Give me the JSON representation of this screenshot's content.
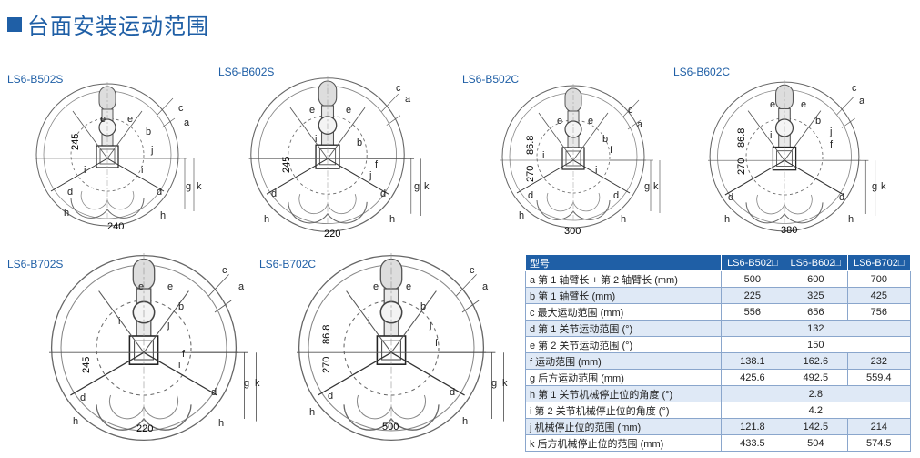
{
  "page": {
    "title": "台面安装运动范围",
    "accent_color": "#1f5fa6"
  },
  "diagrams": [
    {
      "model": "LS6-B502S",
      "dims": [
        "245",
        "240"
      ]
    },
    {
      "model": "LS6-B602S",
      "dims": [
        "245",
        "220"
      ]
    },
    {
      "model": "LS6-B502C",
      "dims": [
        "270",
        "86.8",
        "300"
      ]
    },
    {
      "model": "LS6-B602C",
      "dims": [
        "270",
        "86.8",
        "380"
      ]
    },
    {
      "model": "LS6-B702S",
      "dims": [
        "245",
        "220"
      ]
    },
    {
      "model": "LS6-B702C",
      "dims": [
        "270",
        "86.8",
        "500"
      ]
    }
  ],
  "letters": {
    "a": "a",
    "b": "b",
    "c": "c",
    "d": "d",
    "e": "e",
    "f": "f",
    "g": "g",
    "h": "h",
    "i": "i",
    "j": "j",
    "k": "k"
  },
  "table": {
    "header": [
      "型号",
      "LS6-B502□",
      "LS6-B602□",
      "LS6-B702□"
    ],
    "rows": [
      {
        "label": "a 第 1 轴臂长 + 第 2 轴臂长 (mm)",
        "values": [
          "500",
          "600",
          "700"
        ]
      },
      {
        "label": "b 第 1 轴臂长 (mm)",
        "values": [
          "225",
          "325",
          "425"
        ]
      },
      {
        "label": "c 最大运动范围 (mm)",
        "values": [
          "556",
          "656",
          "756"
        ]
      },
      {
        "label": "d 第 1 关节运动范围 (°)",
        "values": [
          "132"
        ]
      },
      {
        "label": "e 第 2 关节运动范围 (°)",
        "values": [
          "150"
        ]
      },
      {
        "label": "f 运动范围 (mm)",
        "values": [
          "138.1",
          "162.6",
          "232"
        ]
      },
      {
        "label": "g 后方运动范围 (mm)",
        "values": [
          "425.6",
          "492.5",
          "559.4"
        ]
      },
      {
        "label": "h 第 1 关节机械停止位的角度 (°)",
        "values": [
          "2.8"
        ]
      },
      {
        "label": "i 第 2 关节机械停止位的角度 (°)",
        "values": [
          "4.2"
        ]
      },
      {
        "label": "j 机械停止位的范围 (mm)",
        "values": [
          "121.8",
          "142.5",
          "214"
        ]
      },
      {
        "label": "k 后方机械停止位的范围 (mm)",
        "values": [
          "433.5",
          "504",
          "574.5"
        ]
      }
    ]
  }
}
